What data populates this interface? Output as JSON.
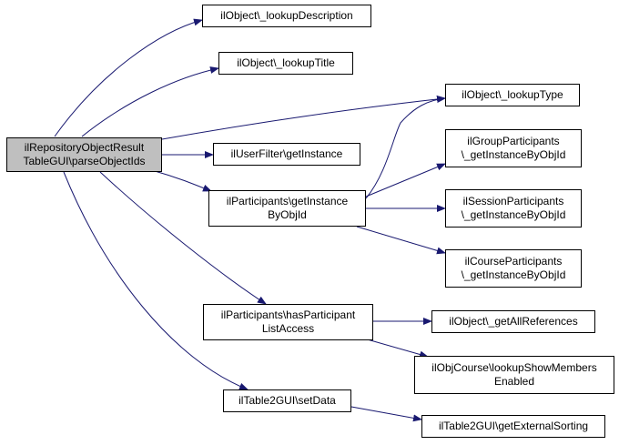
{
  "nodes": [
    {
      "id": "root",
      "label": "ilRepositoryObjectResult\nTableGUI\\parseObjectIds"
    },
    {
      "id": "lookupDescription",
      "label": "ilObject\\_lookupDescription"
    },
    {
      "id": "lookupTitle",
      "label": "ilObject\\_lookupTitle"
    },
    {
      "id": "lookupType",
      "label": "ilObject\\_lookupType"
    },
    {
      "id": "userFilter",
      "label": "ilUserFilter\\getInstance"
    },
    {
      "id": "participantsGetInstance",
      "label": "ilParticipants\\getInstance\nByObjId"
    },
    {
      "id": "groupParticipants",
      "label": "ilGroupParticipants\n\\_getInstanceByObjId"
    },
    {
      "id": "sessionParticipants",
      "label": "ilSessionParticipants\n\\_getInstanceByObjId"
    },
    {
      "id": "courseParticipants",
      "label": "ilCourseParticipants\n\\_getInstanceByObjId"
    },
    {
      "id": "hasParticipantListAccess",
      "label": "ilParticipants\\hasParticipant\nListAccess"
    },
    {
      "id": "getAllReferences",
      "label": "ilObject\\_getAllReferences"
    },
    {
      "id": "lookupShowMembers",
      "label": "ilObjCourse\\lookupShowMembers\nEnabled"
    },
    {
      "id": "setData",
      "label": "ilTable2GUI\\setData"
    },
    {
      "id": "getExternalSorting",
      "label": "ilTable2GUI\\getExternalSorting"
    }
  ],
  "edges": [
    {
      "from": "root",
      "to": "lookupDescription"
    },
    {
      "from": "root",
      "to": "lookupTitle"
    },
    {
      "from": "root",
      "to": "lookupType"
    },
    {
      "from": "root",
      "to": "userFilter"
    },
    {
      "from": "root",
      "to": "participantsGetInstance"
    },
    {
      "from": "root",
      "to": "hasParticipantListAccess"
    },
    {
      "from": "root",
      "to": "setData"
    },
    {
      "from": "participantsGetInstance",
      "to": "lookupType"
    },
    {
      "from": "participantsGetInstance",
      "to": "groupParticipants"
    },
    {
      "from": "participantsGetInstance",
      "to": "sessionParticipants"
    },
    {
      "from": "participantsGetInstance",
      "to": "courseParticipants"
    },
    {
      "from": "hasParticipantListAccess",
      "to": "getAllReferences"
    },
    {
      "from": "hasParticipantListAccess",
      "to": "lookupShowMembers"
    },
    {
      "from": "setData",
      "to": "getExternalSorting"
    }
  ],
  "colors": {
    "edge": "#191970",
    "root_fill": "#bfbfbf",
    "node_fill": "#ffffff",
    "node_border": "#000000"
  }
}
